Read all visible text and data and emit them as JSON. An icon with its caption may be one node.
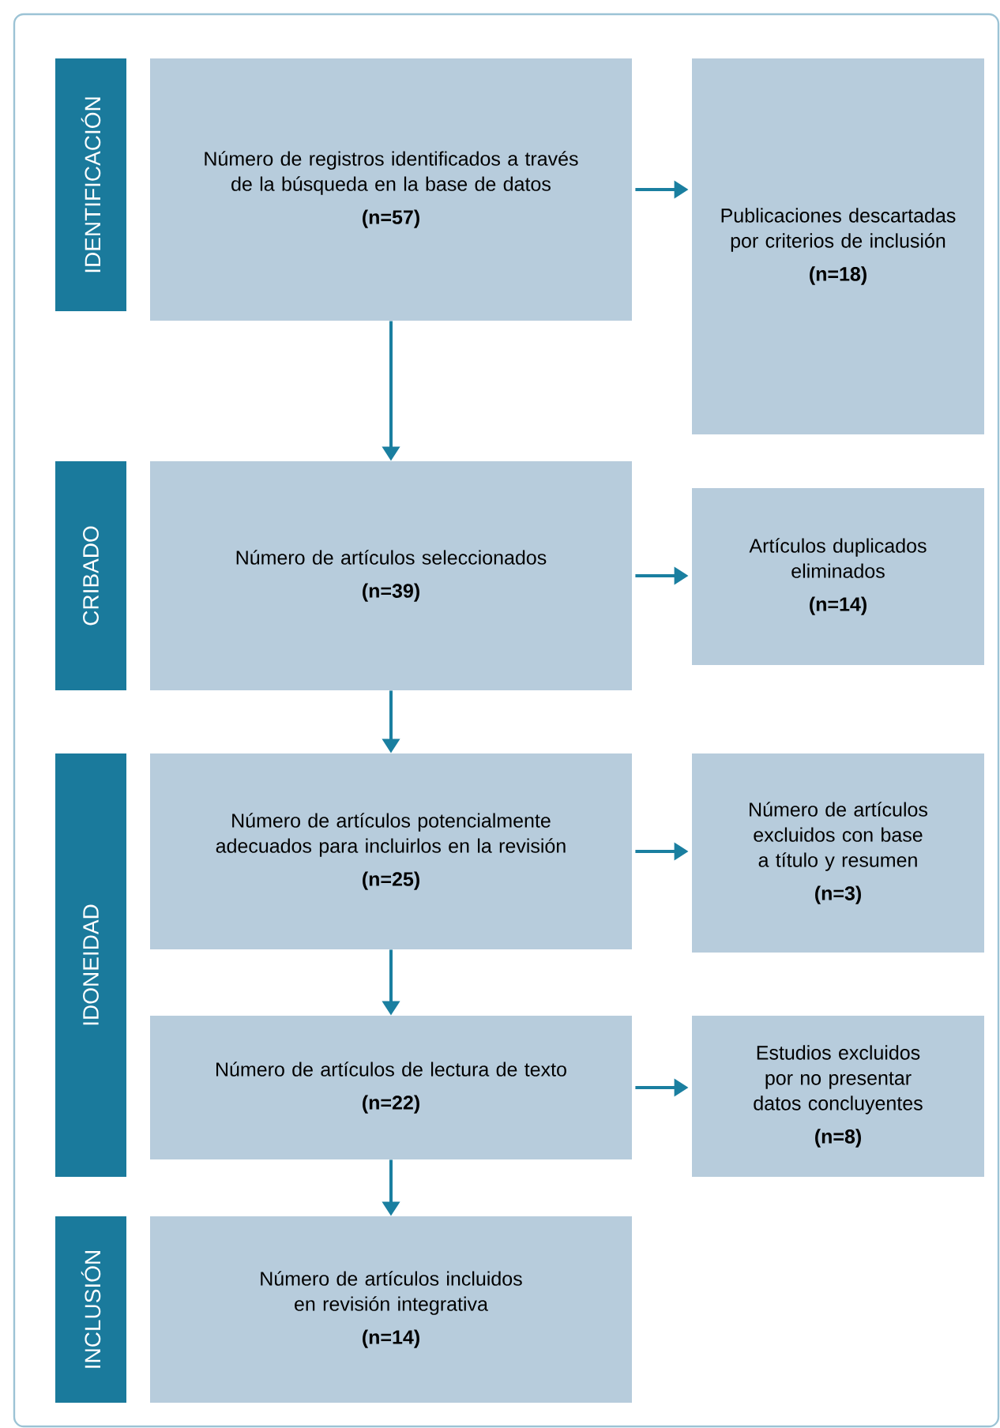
{
  "diagram": {
    "nodes": [
      {
        "text": [
          "IDENTIFICACIÓN"
        ]
      },
      {
        "text": [
          "Número de registros identificados a través de la búsqueda en la base de datos",
          "(n=57)"
        ]
      },
      {
        "text": [
          "Publicaciones descartadas por criterios de inclusión",
          "(n=18)"
        ]
      },
      {
        "text": [
          "CRIBADO"
        ]
      },
      {
        "text": [
          "Número de artículos seleccionados",
          "(n=39)"
        ]
      },
      {
        "text": [
          "Artículos duplicados eliminados",
          "(n=14)"
        ]
      },
      {
        "text": [
          "IDONEIDAD"
        ]
      },
      {
        "text": [
          "Número  de artículos potencialmente adecuados para incluirlos en la revisión",
          "(n=25)"
        ]
      },
      {
        "text": [
          "Número de artículos excluidos con base a título y resumen",
          "(n=3)"
        ]
      },
      {
        "text": [
          "Número de artículos de lectura de texto",
          "(n=22)"
        ]
      },
      {
        "text": [
          "Estudios excluidos por no presentar datos concluyentes",
          "(n=8)"
        ]
      },
      {
        "text": [
          "INCLUSIÓN"
        ]
      },
      {
        "text": [
          "Número de artículos incluidos en revisión integrativa",
          "(n=14)"
        ]
      }
    ],
    "edges": [
      {
        "from": 1,
        "to": 2,
        "arrow": "to"
      },
      {
        "from": 1,
        "to": 4,
        "arrow": "to"
      },
      {
        "from": 4,
        "to": 5,
        "arrow": "to"
      },
      {
        "from": 4,
        "to": 7,
        "arrow": "to"
      },
      {
        "from": 7,
        "to": 8,
        "arrow": "to"
      },
      {
        "from": 7,
        "to": 9,
        "arrow": "to"
      },
      {
        "from": 9,
        "to": 10,
        "arrow": "to"
      },
      {
        "from": 9,
        "to": 12,
        "arrow": "to"
      }
    ]
  }
}
